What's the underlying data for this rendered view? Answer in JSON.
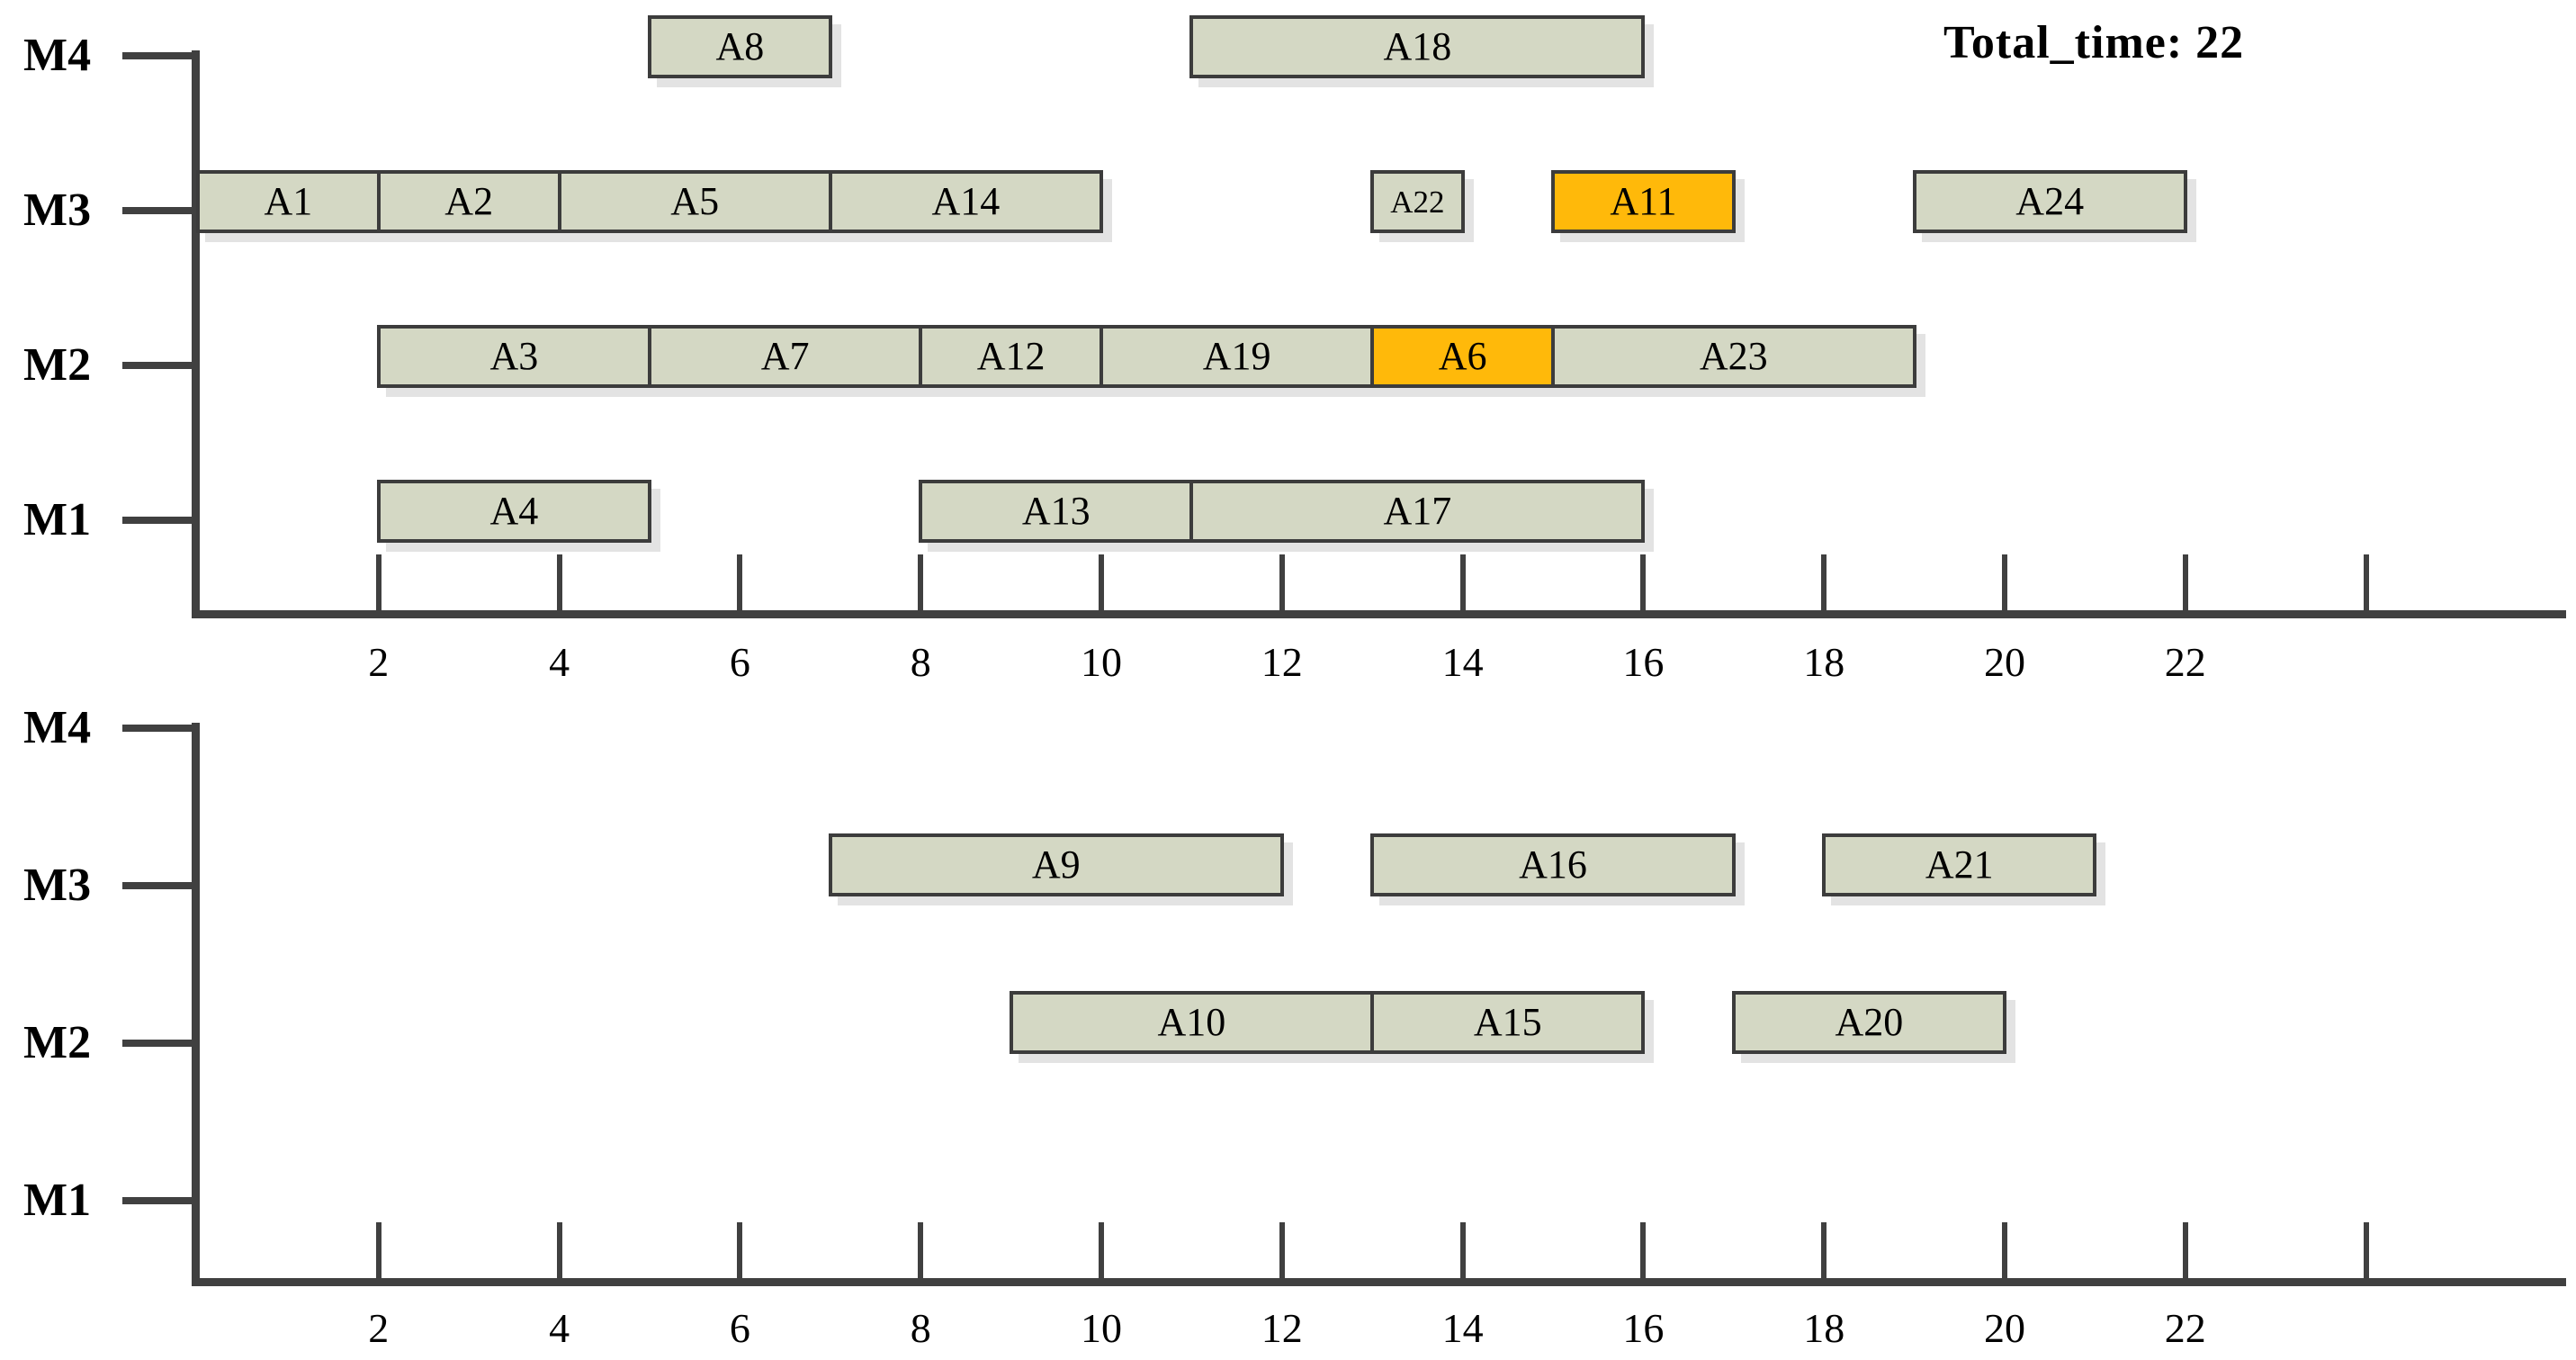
{
  "title": "Total_time: 22",
  "colors": {
    "bar_fill": "#d4d8c4",
    "bar_highlight": "#ffb90a",
    "bar_border": "#3c3c3c",
    "axis": "#404040",
    "shadow": "#e3e3e3",
    "background": "#ffffff"
  },
  "chart_data": [
    {
      "type": "bar",
      "subtype": "gantt-schedule",
      "name": "schedule-top",
      "machines": [
        "M4",
        "M3",
        "M2",
        "M1"
      ],
      "xlim": [
        0,
        26
      ],
      "grid": false,
      "x_ticks": [
        {
          "t": 2,
          "label": "2"
        },
        {
          "t": 4,
          "label": "4"
        },
        {
          "t": 6,
          "label": "6"
        },
        {
          "t": 8,
          "label": "8"
        },
        {
          "t": 10,
          "label": "10"
        },
        {
          "t": 12,
          "label": "12"
        },
        {
          "t": 14,
          "label": "14"
        },
        {
          "t": 16,
          "label": "16"
        },
        {
          "t": 18,
          "label": "18"
        },
        {
          "t": 20,
          "label": "20"
        },
        {
          "t": 22,
          "label": "22"
        },
        {
          "t": 24,
          "label": ""
        }
      ],
      "tasks": [
        {
          "label": "A8",
          "machine": "M4",
          "start": 5,
          "end": 7,
          "highlight": false
        },
        {
          "label": "A18",
          "machine": "M4",
          "start": 11,
          "end": 16,
          "highlight": false
        },
        {
          "label": "A1",
          "machine": "M3",
          "start": 0,
          "end": 2,
          "highlight": false
        },
        {
          "label": "A2",
          "machine": "M3",
          "start": 2,
          "end": 4,
          "highlight": false
        },
        {
          "label": "A5",
          "machine": "M3",
          "start": 4,
          "end": 7,
          "highlight": false
        },
        {
          "label": "A14",
          "machine": "M3",
          "start": 7,
          "end": 10,
          "highlight": false
        },
        {
          "label": "A22",
          "machine": "M3",
          "start": 13,
          "end": 14,
          "highlight": false
        },
        {
          "label": "A11",
          "machine": "M3",
          "start": 15,
          "end": 17,
          "highlight": true
        },
        {
          "label": "A24",
          "machine": "M3",
          "start": 19,
          "end": 22,
          "highlight": false
        },
        {
          "label": "A3",
          "machine": "M2",
          "start": 2,
          "end": 5,
          "highlight": false
        },
        {
          "label": "A7",
          "machine": "M2",
          "start": 5,
          "end": 8,
          "highlight": false
        },
        {
          "label": "A12",
          "machine": "M2",
          "start": 8,
          "end": 10,
          "highlight": false
        },
        {
          "label": "A19",
          "machine": "M2",
          "start": 10,
          "end": 13,
          "highlight": false
        },
        {
          "label": "A6",
          "machine": "M2",
          "start": 13,
          "end": 15,
          "highlight": true
        },
        {
          "label": "A23",
          "machine": "M2",
          "start": 15,
          "end": 19,
          "highlight": false
        },
        {
          "label": "A4",
          "machine": "M1",
          "start": 2,
          "end": 5,
          "highlight": false
        },
        {
          "label": "A13",
          "machine": "M1",
          "start": 8,
          "end": 11,
          "highlight": false
        },
        {
          "label": "A17",
          "machine": "M1",
          "start": 11,
          "end": 16,
          "highlight": false
        }
      ]
    },
    {
      "type": "bar",
      "subtype": "gantt-schedule",
      "name": "schedule-bottom",
      "machines": [
        "M4",
        "M3",
        "M2",
        "M1"
      ],
      "xlim": [
        0,
        26
      ],
      "grid": false,
      "x_ticks": [
        {
          "t": 2,
          "label": "2"
        },
        {
          "t": 4,
          "label": "4"
        },
        {
          "t": 6,
          "label": "6"
        },
        {
          "t": 8,
          "label": "8"
        },
        {
          "t": 10,
          "label": "10"
        },
        {
          "t": 12,
          "label": "12"
        },
        {
          "t": 14,
          "label": "14"
        },
        {
          "t": 16,
          "label": "16"
        },
        {
          "t": 18,
          "label": "18"
        },
        {
          "t": 20,
          "label": "20"
        },
        {
          "t": 22,
          "label": "22"
        },
        {
          "t": 24,
          "label": ""
        }
      ],
      "tasks": [
        {
          "label": "A9",
          "machine": "M3",
          "start": 7,
          "end": 12,
          "highlight": false
        },
        {
          "label": "A16",
          "machine": "M3",
          "start": 13,
          "end": 17,
          "highlight": false
        },
        {
          "label": "A21",
          "machine": "M3",
          "start": 18,
          "end": 21,
          "highlight": false
        },
        {
          "label": "A10",
          "machine": "M2",
          "start": 9,
          "end": 13,
          "highlight": false
        },
        {
          "label": "A15",
          "machine": "M2",
          "start": 13,
          "end": 16,
          "highlight": false
        },
        {
          "label": "A20",
          "machine": "M2",
          "start": 17,
          "end": 20,
          "highlight": false
        }
      ]
    }
  ]
}
